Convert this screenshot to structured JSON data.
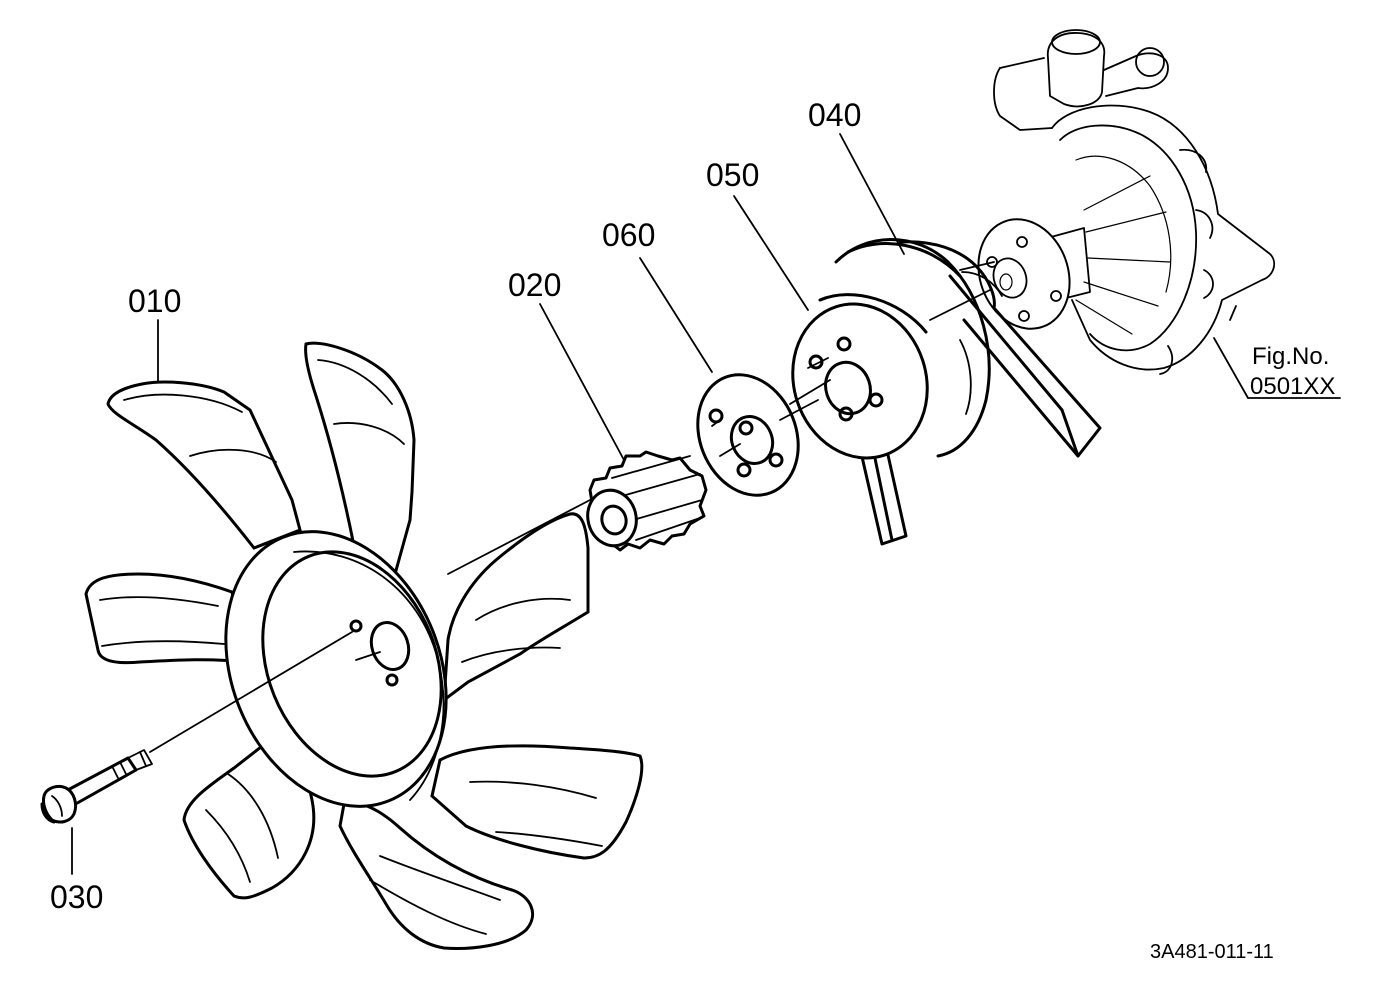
{
  "parts": [
    {
      "code": "010",
      "description_icon": "fan-icon"
    },
    {
      "code": "020",
      "description_icon": "spacer-icon"
    },
    {
      "code": "030",
      "description_icon": "bolt-icon"
    },
    {
      "code": "040",
      "description_icon": "v-belt-icon"
    },
    {
      "code": "050",
      "description_icon": "pulley-icon"
    },
    {
      "code": "060",
      "description_icon": "flange-icon"
    }
  ],
  "figure_reference": {
    "line1": "Fig.No.",
    "line2": "0501XX"
  },
  "drawing_number": "3A481-011-11",
  "colors": {
    "ink": "#000000",
    "paper": "#ffffff"
  }
}
